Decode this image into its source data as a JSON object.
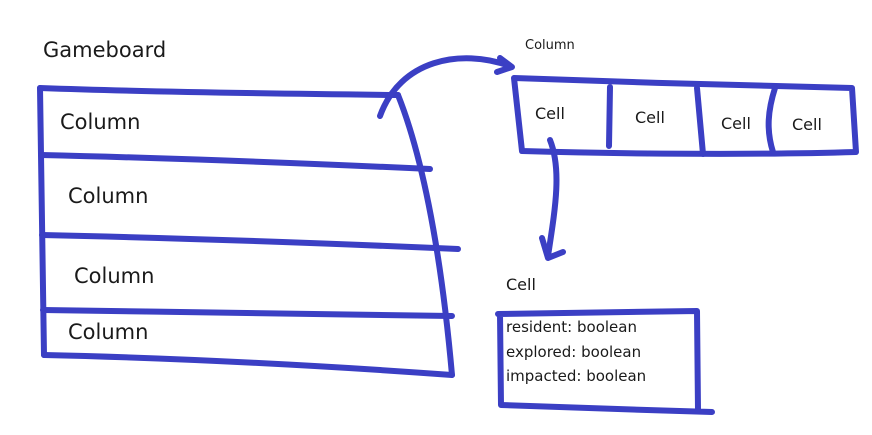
{
  "colors": {
    "ink": "#3b3fc4",
    "text": "#1a1a1a",
    "background": "#ffffff"
  },
  "gameboard": {
    "title": "Gameboard",
    "rows": [
      "Column",
      "Column",
      "Column",
      "Column"
    ]
  },
  "column_detail": {
    "title": "Column",
    "cells": [
      "Cell",
      "Cell",
      "Cell",
      "Cell"
    ]
  },
  "cell_detail": {
    "title": "Cell",
    "fields": [
      "resident: boolean",
      "explored: boolean",
      "impacted: boolean"
    ]
  }
}
